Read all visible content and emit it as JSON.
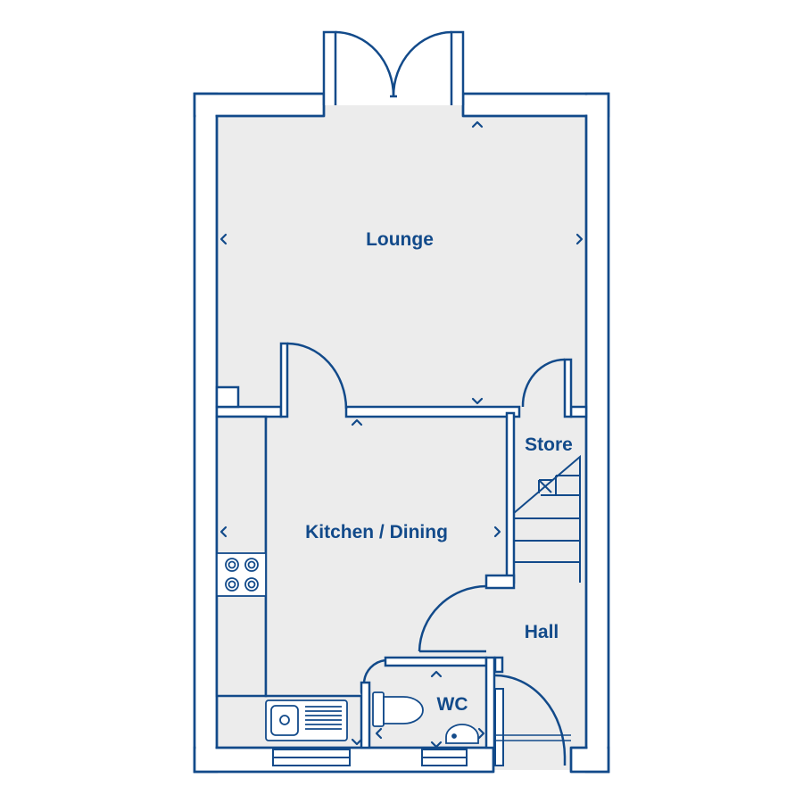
{
  "rooms": {
    "lounge": "Lounge",
    "kitchen_dining": "Kitchen / Dining",
    "store": "Store",
    "hall": "Hall",
    "wc": "WC"
  },
  "colors": {
    "wall": "#124a8a",
    "floor": "#ececec",
    "background": "#ffffff"
  },
  "icons": [
    "french-doors-icon",
    "door-swing-icon",
    "hob-icon",
    "sink-icon",
    "toilet-icon",
    "basin-icon",
    "staircase-icon",
    "dimension-arrow-icon"
  ]
}
